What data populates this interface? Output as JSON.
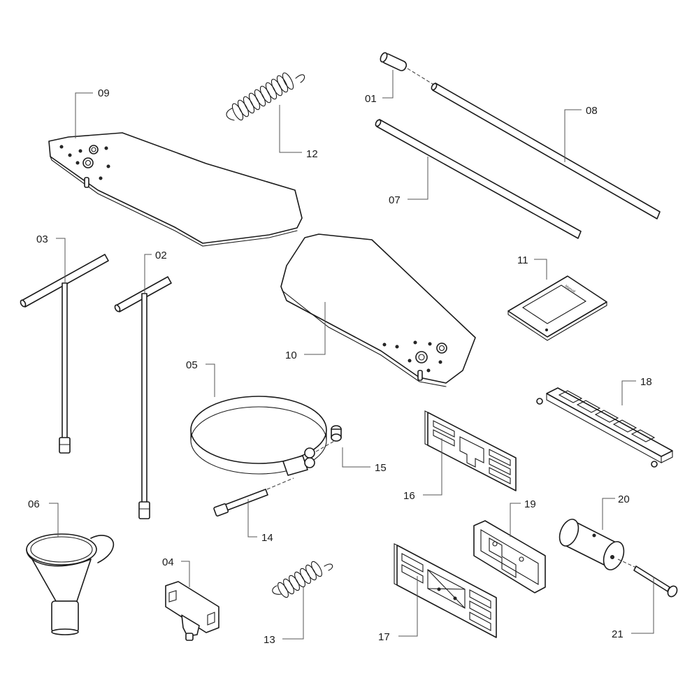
{
  "callouts": {
    "c01": "01",
    "c02": "02",
    "c03": "03",
    "c04": "04",
    "c05": "05",
    "c06": "06",
    "c07": "07",
    "c08": "08",
    "c09": "09",
    "c10": "10",
    "c11": "11",
    "c12": "12",
    "c13": "13",
    "c14": "14",
    "c15": "15",
    "c16": "16",
    "c17": "17",
    "c18": "18",
    "c19": "19",
    "c20": "20",
    "c21": "21"
  },
  "manual_cover_text": "Manual",
  "colors": {
    "line": "#1a1a1a",
    "leader": "#555555",
    "background": "#ffffff"
  }
}
